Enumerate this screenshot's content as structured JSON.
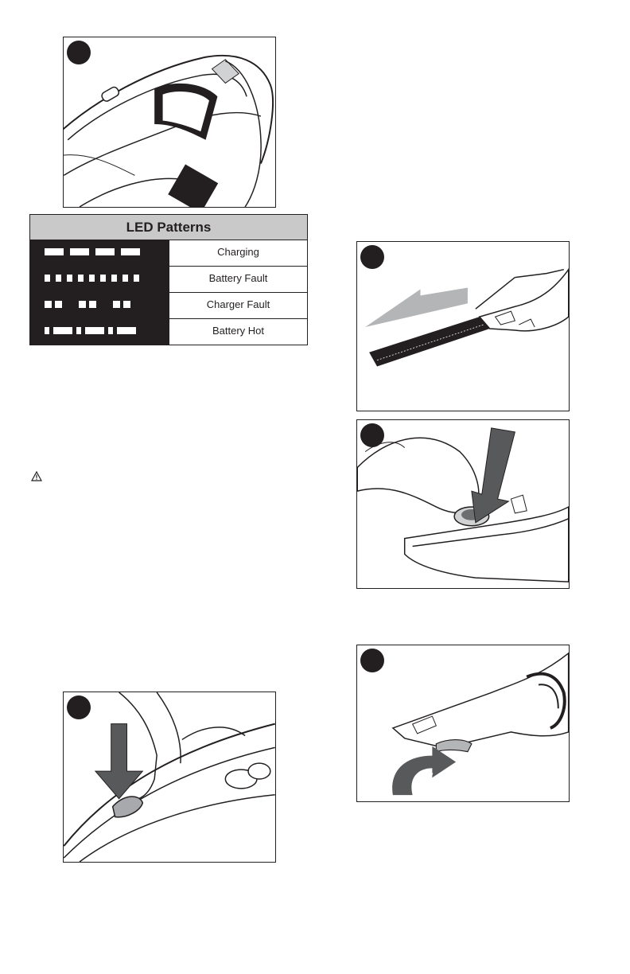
{
  "led_table": {
    "title": "LED Patterns",
    "rows": [
      {
        "label": "Charging",
        "pattern": "long-equal-blinks"
      },
      {
        "label": "Battery Fault",
        "pattern": "fast-short-blinks"
      },
      {
        "label": "Charger Fault",
        "pattern": "paired-short-blinks"
      },
      {
        "label": "Battery Hot",
        "pattern": "short-long-alternating"
      }
    ]
  },
  "icons": {
    "warning": "warning-triangle-icon"
  },
  "colors": {
    "ink": "#231f20",
    "header_gray": "#c9c9ca",
    "arrow_gray": "#6d6e70",
    "light_arrow_gray": "#b4b5b6"
  }
}
